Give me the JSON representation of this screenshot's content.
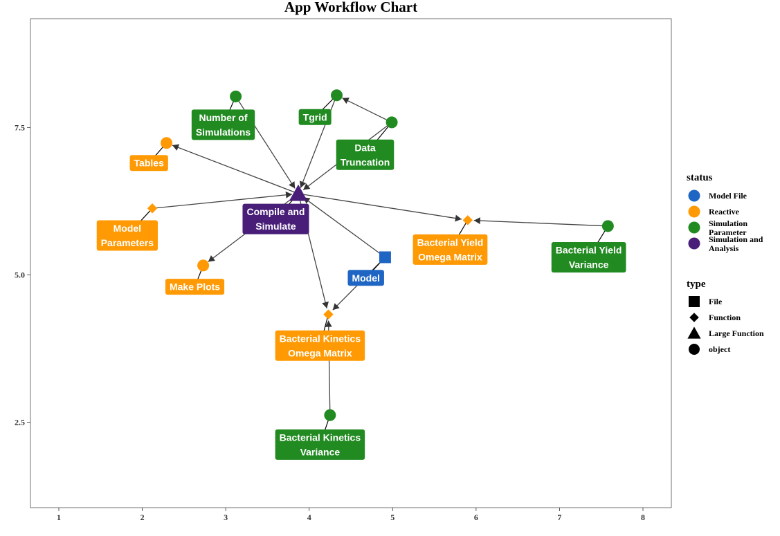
{
  "title": "App Workflow Chart",
  "axes": {
    "x_ticks": [
      "1",
      "2",
      "3",
      "4",
      "5",
      "6",
      "7",
      "8"
    ],
    "x_tick_values": [
      1,
      2,
      3,
      4,
      5,
      6,
      7,
      8
    ],
    "y_ticks": [
      "2.5",
      "5.0",
      "7.5"
    ],
    "y_tick_values": [
      2.5,
      5.0,
      7.5
    ],
    "xlim": [
      0.66,
      8.34
    ],
    "ylim": [
      1.05,
      9.35
    ]
  },
  "status_colors": {
    "Model File": "#1f66c4",
    "Reactive": "#ff9a05",
    "Simulation Parameter": "#218a21",
    "Simulation and Analysis": "#481e78"
  },
  "legend": {
    "status_title": "status",
    "status_items": [
      {
        "label": "Model File",
        "color": "#1f66c4"
      },
      {
        "label": "Reactive",
        "color": "#ff9a05"
      },
      {
        "label": "Simulation Parameter",
        "color": "#218a21"
      },
      {
        "label": "Simulation and Analysis",
        "color": "#481e78"
      }
    ],
    "type_title": "type",
    "type_items": [
      {
        "label": "File",
        "shape": "square"
      },
      {
        "label": "Function",
        "shape": "diamond"
      },
      {
        "label": "Large Function",
        "shape": "triangle"
      },
      {
        "label": "object",
        "shape": "circle"
      }
    ]
  },
  "chart_data": {
    "type": "network",
    "title": "App Workflow Chart",
    "xlim": [
      0.66,
      8.34
    ],
    "ylim": [
      1.05,
      9.35
    ],
    "grid": false,
    "legend_position": "right",
    "nodes": [
      {
        "id": "compile",
        "label": "Compile and\nSimulate",
        "x": 3.87,
        "y": 6.38,
        "status": "Simulation and Analysis",
        "type": "Large Function",
        "label_x": 3.6,
        "label_y": 5.95
      },
      {
        "id": "numsim",
        "label": "Number of\nSimulations",
        "x": 3.12,
        "y": 8.03,
        "status": "Simulation Parameter",
        "type": "object",
        "label_x": 2.97,
        "label_y": 7.55
      },
      {
        "id": "tgrid",
        "label": "Tgrid",
        "x": 4.33,
        "y": 8.05,
        "status": "Simulation Parameter",
        "type": "object",
        "label_x": 4.07,
        "label_y": 7.68
      },
      {
        "id": "datatrunc",
        "label": "Data\nTruncation",
        "x": 4.99,
        "y": 7.59,
        "status": "Simulation Parameter",
        "type": "object",
        "label_x": 4.67,
        "label_y": 7.04
      },
      {
        "id": "tables",
        "label": "Tables",
        "x": 2.29,
        "y": 7.24,
        "status": "Reactive",
        "type": "object",
        "label_x": 2.08,
        "label_y": 6.9
      },
      {
        "id": "modelparams",
        "label": "Model\nParameters",
        "x": 2.12,
        "y": 6.13,
        "status": "Reactive",
        "type": "Function",
        "label_x": 1.82,
        "label_y": 5.67
      },
      {
        "id": "makeplots",
        "label": "Make Plots",
        "x": 2.73,
        "y": 5.16,
        "status": "Reactive",
        "type": "object",
        "label_x": 2.63,
        "label_y": 4.8
      },
      {
        "id": "model",
        "label": "Model",
        "x": 4.91,
        "y": 5.3,
        "status": "Model File",
        "type": "File",
        "label_x": 4.68,
        "label_y": 4.95
      },
      {
        "id": "bkomega",
        "label": "Bacterial Kinetics\nOmega Matrix",
        "x": 4.23,
        "y": 4.33,
        "status": "Reactive",
        "type": "Function",
        "label_x": 4.13,
        "label_y": 3.8
      },
      {
        "id": "bkvar",
        "label": "Bacterial Kinetics\nVariance",
        "x": 4.25,
        "y": 2.62,
        "status": "Simulation Parameter",
        "type": "object",
        "label_x": 4.13,
        "label_y": 2.12
      },
      {
        "id": "byomega",
        "label": "Bacterial Yield\nOmega Matrix",
        "x": 5.9,
        "y": 5.93,
        "status": "Reactive",
        "type": "Function",
        "label_x": 5.69,
        "label_y": 5.43
      },
      {
        "id": "byvar",
        "label": "Bacterial Yield\nVariance",
        "x": 7.58,
        "y": 5.83,
        "status": "Simulation Parameter",
        "type": "object",
        "label_x": 7.35,
        "label_y": 5.3
      }
    ],
    "edges": [
      {
        "from": "numsim",
        "to": "compile"
      },
      {
        "from": "tgrid",
        "to": "compile"
      },
      {
        "from": "datatrunc",
        "to": "compile"
      },
      {
        "from": "datatrunc",
        "to": "tgrid"
      },
      {
        "from": "compile",
        "to": "tables"
      },
      {
        "from": "modelparams",
        "to": "compile"
      },
      {
        "from": "compile",
        "to": "makeplots"
      },
      {
        "from": "model",
        "to": "compile"
      },
      {
        "from": "model",
        "to": "bkomega"
      },
      {
        "from": "compile",
        "to": "bkomega"
      },
      {
        "from": "bkvar",
        "to": "bkomega"
      },
      {
        "from": "compile",
        "to": "byomega"
      },
      {
        "from": "byvar",
        "to": "byomega"
      }
    ]
  }
}
